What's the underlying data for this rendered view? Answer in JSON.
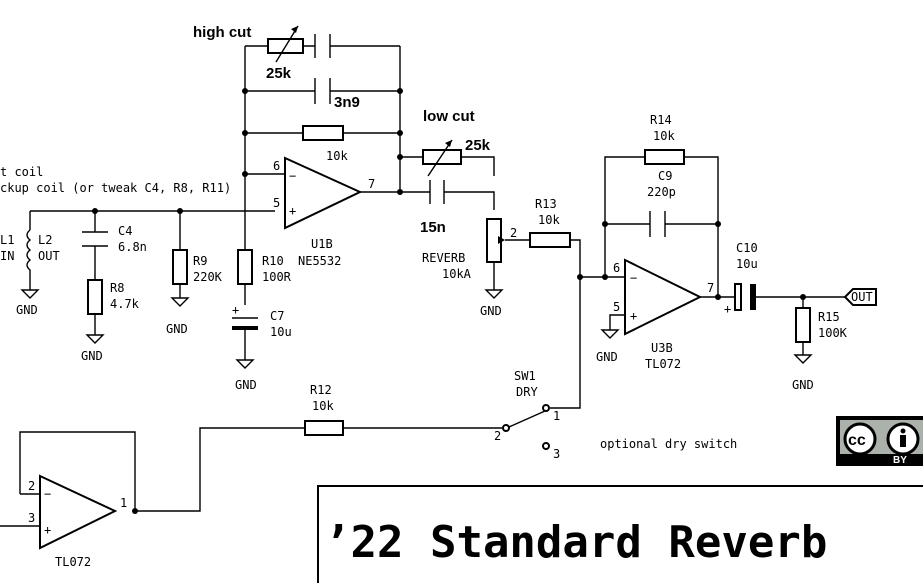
{
  "handwritten": {
    "high_cut": "high cut",
    "hc_value": "25k",
    "hc_cap": "3n9",
    "low_cut": "low cut",
    "lc_value": "25k",
    "lc_cap": "15n"
  },
  "notes": {
    "line1": "t coil",
    "line2": "ckup coil (or tweak C4, R8, R11)",
    "optional": "optional dry switch"
  },
  "components": {
    "L1": "L1",
    "L1v": "IN",
    "L2": "L2",
    "L2v": "OUT",
    "C4": "C4",
    "C4v": "6.8n",
    "R8": "R8",
    "R8v": "4.7k",
    "R9": "R9",
    "R9v": "220K",
    "R10": "R10",
    "R10v": "100R",
    "C7": "C7",
    "C7v": "10u",
    "R11v": "10k",
    "U1B": "U1B",
    "U1Bp": "NE5532",
    "REVERB": "REVERB",
    "REVERBv": "10kA",
    "R13": "R13",
    "R13v": "10k",
    "R14": "R14",
    "R14v": "10k",
    "C9": "C9",
    "C9v": "220p",
    "U3B": "U3B",
    "U3Bp": "TL072",
    "C10": "C10",
    "C10v": "10u",
    "R15": "R15",
    "R15v": "100K",
    "R12": "R12",
    "R12v": "10k",
    "SW1": "SW1",
    "SW1v": "DRY",
    "TL072": "TL072",
    "OUT": "OUT"
  },
  "pins": {
    "u1_6": "6",
    "u1_5": "5",
    "u1_7": "7",
    "u3_6": "6",
    "u3_5": "5",
    "u3_7": "7",
    "pot_2": "2",
    "sw_1": "1",
    "sw_2": "2",
    "sw_3": "3",
    "u2_2": "2",
    "u2_3": "3",
    "u2_1": "1",
    "op_minus": "−",
    "op_plus": "+",
    "cap_plus": "+"
  },
  "gnd": "GND",
  "title_block": {
    "title": "’22 Standard Reverb"
  },
  "license_badge": {
    "cc": "cc",
    "by": "BY"
  }
}
